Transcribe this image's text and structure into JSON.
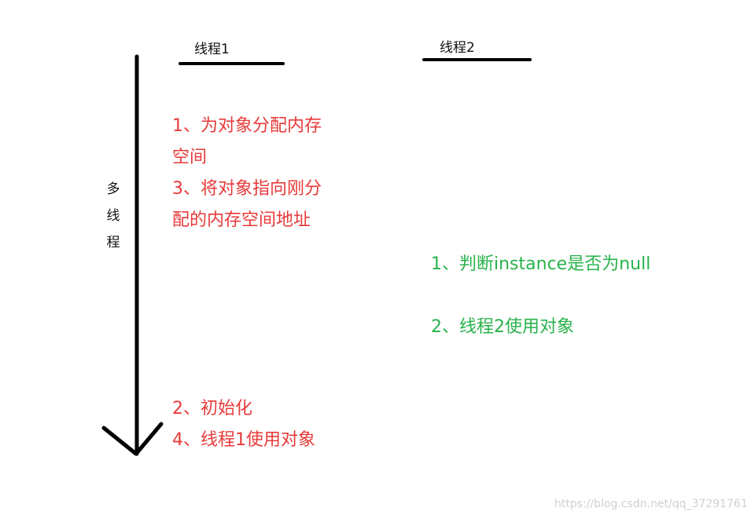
{
  "thread1_label": "线程1",
  "thread2_label": "线程2",
  "timeline_label": "多线程",
  "thread1_steps": {
    "step1_line1": "1、为对象分配内存",
    "step1_line2": "空间",
    "step3_line1": "3、将对象指向刚分",
    "step3_line2": "配的内存空间地址",
    "step2": "2、初始化",
    "step4": "4、线程1使用对象"
  },
  "thread2_steps": {
    "step1": "1、判断instance是否为null",
    "step2": "2、线程2使用对象"
  },
  "watermark": "https://blog.csdn.net/qq_37291761",
  "colors": {
    "thread1_text": "#e83a3a",
    "thread2_text": "#28b24b",
    "stroke": "#000000"
  }
}
